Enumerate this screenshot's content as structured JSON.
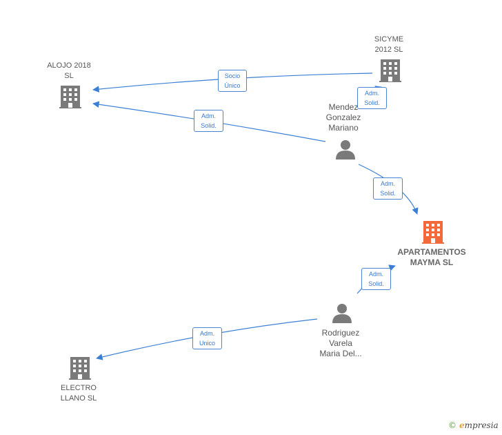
{
  "colors": {
    "edge": "#3a7fd5",
    "node_gray": "#7a7a7a",
    "node_highlight": "#f26a3a"
  },
  "nodes": {
    "alojo": {
      "label": "ALOJO 2018\nSL",
      "icon": "building-icon"
    },
    "sicyme": {
      "label": "SICYME\n2012  SL",
      "icon": "building-icon"
    },
    "mendez": {
      "label": "Mendez\nGonzalez\nMariano",
      "icon": "person-icon"
    },
    "apartamentos": {
      "label": "APARTAMENTOS\nMAYMA  SL",
      "icon": "building-icon"
    },
    "rodriguez": {
      "label": "Rodriguez\nVarela\nMaria Del...",
      "icon": "person-icon"
    },
    "electro": {
      "label": "ELECTRO\nLLANO SL",
      "icon": "building-icon"
    }
  },
  "edges": {
    "sicyme_alojo": "Socio\nÚnico",
    "mendez_sicyme": "Adm.\nSolid.",
    "mendez_alojo": "Adm.\nSolid.",
    "mendez_apartamentos": "Adm.\nSolid.",
    "rodriguez_apartamentos": "Adm.\nSolid.",
    "rodriguez_electro": "Adm.\nUnico"
  },
  "footer": {
    "copyright": "©",
    "brand_first": "e",
    "brand_rest": "mpresia"
  }
}
